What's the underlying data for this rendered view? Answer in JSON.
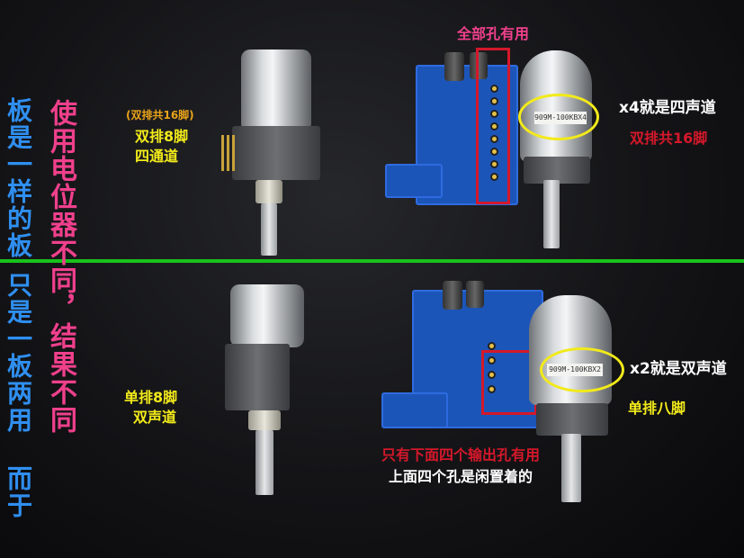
{
  "labels": {
    "all_holes_used": "全部孔有用",
    "left_vertical_top": "板是一样的板",
    "left_vertical_bottom": "只是一板两用 而于",
    "center_vertical": "使用电位器不同，结果不同",
    "dual_row_16_pins": "(双排共16脚)",
    "dual_row_8_pins": "双排8脚",
    "four_channel": "四通道",
    "x4_four_channel": "x4就是四声道",
    "dual_row_total_16": "双排共16脚",
    "single_row_8_pins": "单排8脚",
    "two_channel": "双声道",
    "x2_two_channel": "x2就是双声道",
    "single_row_eight": "单排八脚",
    "only_bottom_four": "只有下面四个输出孔有用",
    "top_four_idle": "上面四个孔是闲置着的"
  },
  "stickers": {
    "top": "909M-100KBX4",
    "bottom": "909M-100KBX2"
  },
  "colors": {
    "divider": "#19c21c",
    "yellow": "#f2ea1a",
    "red": "#d4182a",
    "pink": "#f0408c",
    "blue": "#2f8ff0",
    "white": "#ffffff",
    "orange": "#e8a21a"
  }
}
